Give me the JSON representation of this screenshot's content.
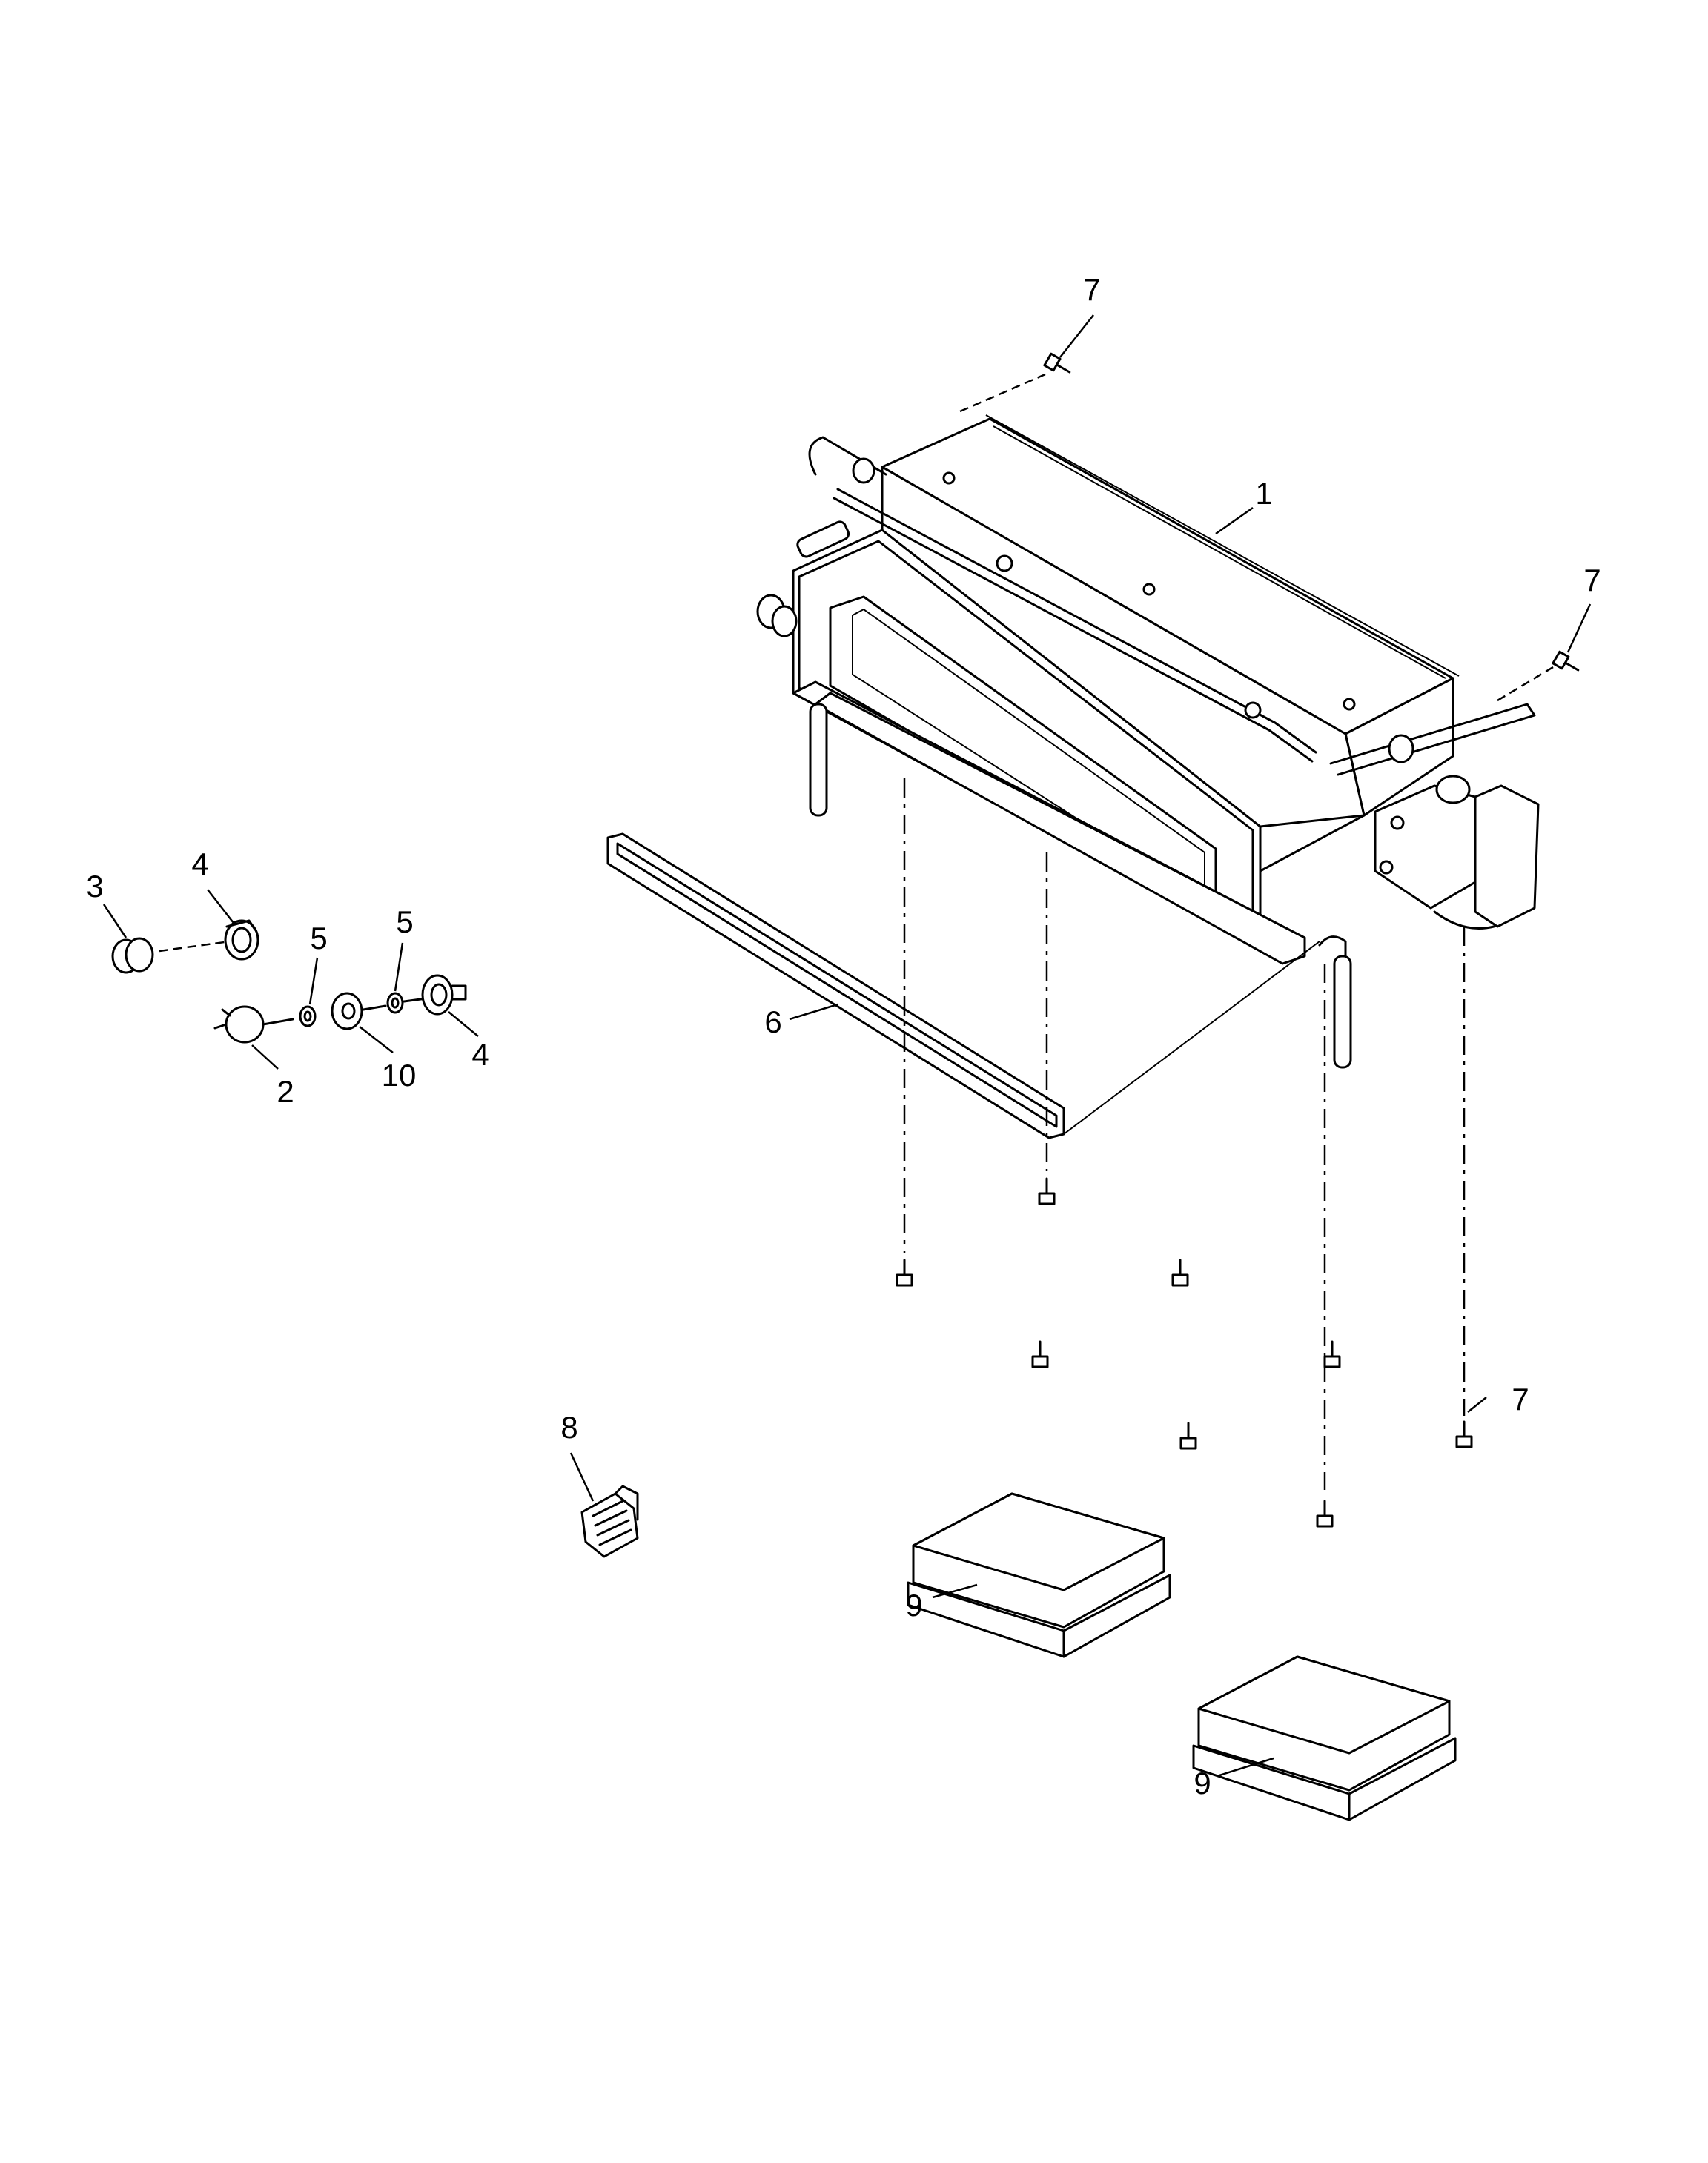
{
  "diagram": {
    "callouts": [
      {
        "id": "c1",
        "text": "1"
      },
      {
        "id": "c2",
        "text": "2"
      },
      {
        "id": "c3",
        "text": "3"
      },
      {
        "id": "c4a",
        "text": "4"
      },
      {
        "id": "c4b",
        "text": "4"
      },
      {
        "id": "c5a",
        "text": "5"
      },
      {
        "id": "c5b",
        "text": "5"
      },
      {
        "id": "c6",
        "text": "6"
      },
      {
        "id": "c7a",
        "text": "7"
      },
      {
        "id": "c7b",
        "text": "7"
      },
      {
        "id": "c7c",
        "text": "7"
      },
      {
        "id": "c8",
        "text": "8"
      },
      {
        "id": "c9a",
        "text": "9"
      },
      {
        "id": "c9b",
        "text": "9"
      },
      {
        "id": "c10",
        "text": "10"
      }
    ]
  }
}
